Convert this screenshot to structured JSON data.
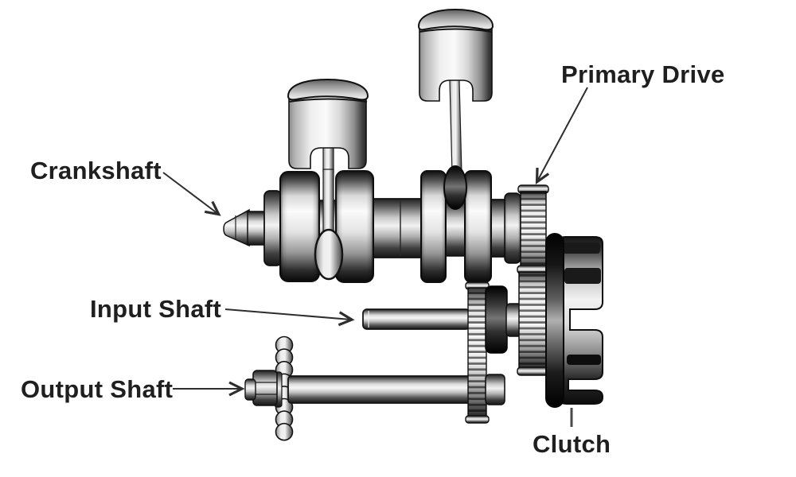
{
  "diagram": {
    "background": "#ffffff",
    "colors": {
      "label_text": "#1f1f1f",
      "arrow": "#2e2e2e",
      "leader": "#4a4a4a",
      "metal_light": "#f5f5f5",
      "metal_mid": "#9a9a9a",
      "metal_dark": "#101010"
    },
    "labels": {
      "crankshaft": "Crankshaft",
      "primary_drive": "Primary Drive",
      "input_shaft": "Input Shaft",
      "output_shaft": "Output Shaft",
      "clutch": "Clutch"
    }
  }
}
